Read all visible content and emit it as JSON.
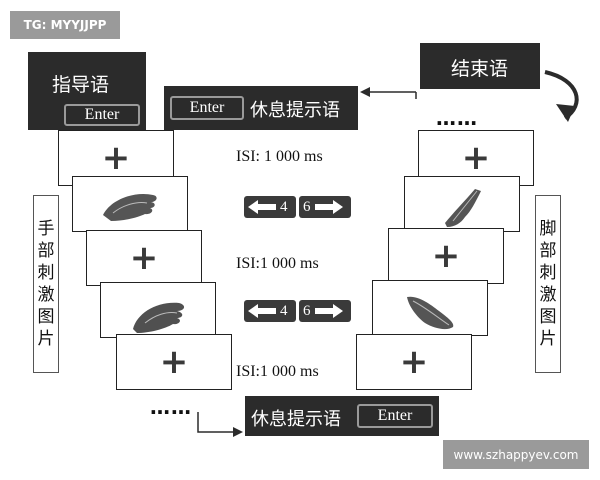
{
  "watermark_top_left": "TG: MYYJJPP",
  "watermark_bottom_right": "www.szhappyev.com",
  "instruction": {
    "label": "指导语",
    "key": "Enter"
  },
  "end_label": "结束语",
  "rest_prompt_top": {
    "key": "Enter",
    "label": "休息提示语"
  },
  "rest_prompt_bottom": {
    "label": "休息提示语",
    "key": "Enter"
  },
  "hand_side_label": [
    "手",
    "部",
    "刺",
    "激",
    "图",
    "片"
  ],
  "foot_side_label": [
    "脚",
    "部",
    "刺",
    "激",
    "图",
    "片"
  ],
  "isi": [
    "ISI: 1 000 ms",
    "ISI:1 000 ms",
    "ISI:1 000 ms"
  ],
  "response_keys": {
    "left": "4",
    "right": "6"
  },
  "ellipsis": "……",
  "fixation_symbol": "+",
  "colors": {
    "box_dark": "#2b2b2b",
    "watermark": "#9a9a9a"
  }
}
